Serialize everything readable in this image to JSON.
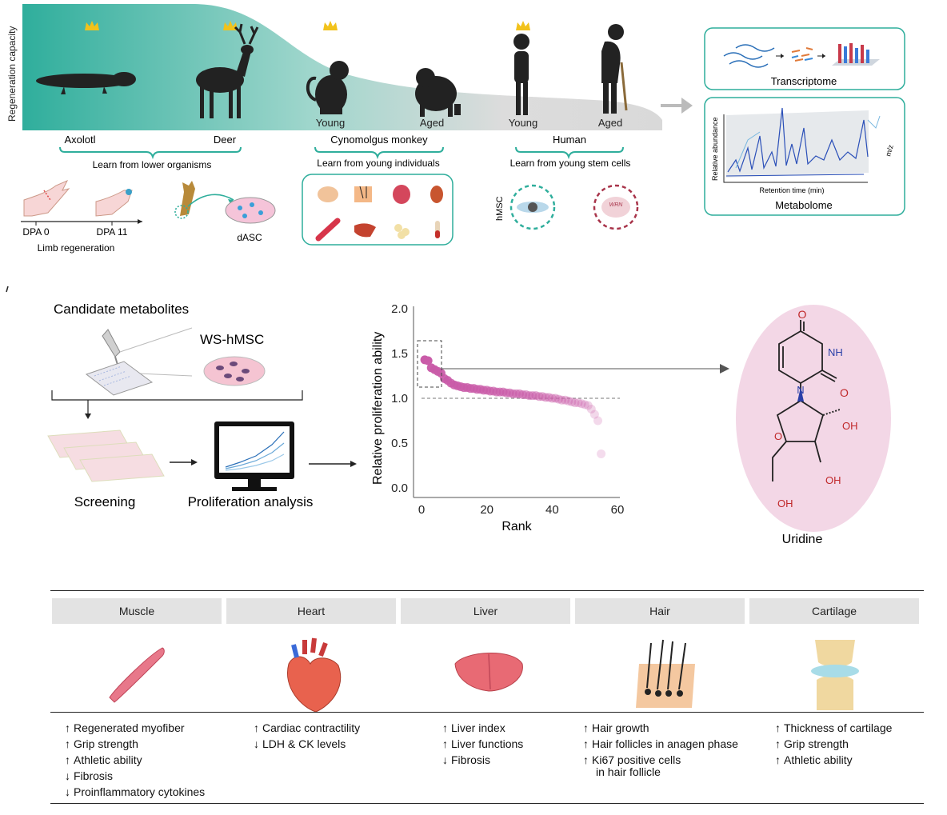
{
  "panel_a": {
    "y_axis_label": "Regeneration capacity",
    "stages": [
      {
        "label": "Young"
      },
      {
        "label": "Aged"
      },
      {
        "label": "Young"
      },
      {
        "label": "Aged"
      }
    ],
    "species": [
      "Axolotl",
      "Deer",
      "Cynomolgus monkey",
      "Human"
    ],
    "groups": [
      "Learn from lower organisms",
      "Learn from young individuals",
      "Learn from young stem cells"
    ],
    "limb_labels": {
      "dpa0": "DPA 0",
      "dpa11": "DPA 11",
      "caption": "Limb regeneration",
      "dasc": "dASC"
    },
    "hmsc_label": "hMSC",
    "wrn_label": "WRN",
    "omics": {
      "transcriptome": "Transcriptome",
      "metabolome": "Metabolome",
      "metab_ylabel": "Relative abundance",
      "metab_xlabel": "Retention time (min)",
      "metab_zlabel": "m/z"
    },
    "colors": {
      "teal": "#2fae9c",
      "gray": "#d9d9d9",
      "crown": "#f2c21b"
    }
  },
  "panel_b": {
    "candidate_label": "Candidate metabolites",
    "cell_label": "WS-hMSC",
    "screening_label": "Screening",
    "proliferation_label": "Proliferation analysis",
    "uridine_label": "Uridine",
    "atom_labels": {
      "o_top": "O",
      "nh": "NH",
      "o_right": "O",
      "n1": "N",
      "o_ring": "O",
      "oh1": "OH",
      "oh2": "OH",
      "oh3": "OH"
    }
  },
  "chart_data": {
    "type": "scatter",
    "title": "",
    "xlabel": "Rank",
    "ylabel": "Relative proliferation ability",
    "xlim": [
      0,
      60
    ],
    "ylim": [
      0,
      2.0
    ],
    "xticks": [
      0,
      20,
      40,
      60
    ],
    "yticks": [
      "0.0",
      "0.5",
      "1.0",
      "1.5",
      "2.0"
    ],
    "reference_line": 1.0,
    "x": [
      1,
      2,
      3,
      4,
      5,
      6,
      7,
      8,
      9,
      10,
      11,
      12,
      13,
      14,
      15,
      16,
      17,
      18,
      19,
      20,
      21,
      22,
      23,
      24,
      25,
      26,
      27,
      28,
      29,
      30,
      31,
      32,
      33,
      34,
      35,
      36,
      37,
      38,
      39,
      40,
      41,
      42,
      43,
      44,
      45,
      46,
      47,
      48,
      49,
      50,
      51,
      52,
      53,
      54,
      55
    ],
    "y": [
      1.43,
      1.42,
      1.34,
      1.32,
      1.3,
      1.28,
      1.22,
      1.2,
      1.17,
      1.15,
      1.14,
      1.13,
      1.12,
      1.12,
      1.11,
      1.11,
      1.1,
      1.1,
      1.09,
      1.09,
      1.08,
      1.08,
      1.07,
      1.07,
      1.07,
      1.06,
      1.06,
      1.05,
      1.05,
      1.05,
      1.04,
      1.04,
      1.03,
      1.03,
      1.03,
      1.02,
      1.02,
      1.01,
      1.01,
      1.0,
      1.0,
      0.99,
      0.98,
      0.98,
      0.97,
      0.96,
      0.95,
      0.95,
      0.94,
      0.93,
      0.92,
      0.88,
      0.82,
      0.75,
      0.38
    ],
    "highlight_color": "#c95ba8"
  },
  "panel_c": {
    "columns": [
      {
        "header": "Muscle",
        "items": [
          {
            "dir": "up",
            "text": "Regenerated myofiber"
          },
          {
            "dir": "up",
            "text": "Grip strength"
          },
          {
            "dir": "up",
            "text": "Athletic ability"
          },
          {
            "dir": "down",
            "text": "Fibrosis"
          },
          {
            "dir": "down",
            "text": "Proinflammatory cytokines"
          }
        ]
      },
      {
        "header": "Heart",
        "items": [
          {
            "dir": "up",
            "text": "Cardiac contractility"
          },
          {
            "dir": "down",
            "text": "LDH & CK levels"
          }
        ]
      },
      {
        "header": "Liver",
        "items": [
          {
            "dir": "up",
            "text": "Liver index"
          },
          {
            "dir": "up",
            "text": "Liver functions"
          },
          {
            "dir": "down",
            "text": "Fibrosis"
          }
        ]
      },
      {
        "header": "Hair",
        "items": [
          {
            "dir": "up",
            "text": "Hair growth"
          },
          {
            "dir": "up",
            "text": "Hair follicles in anagen phase"
          },
          {
            "dir": "up",
            "text": "Ki67 positive cells"
          },
          {
            "dir": "none",
            "text": "in hair follicle"
          }
        ]
      },
      {
        "header": "Cartilage",
        "items": [
          {
            "dir": "up",
            "text": "Thickness of cartilage"
          },
          {
            "dir": "up",
            "text": "Grip strength"
          },
          {
            "dir": "up",
            "text": "Athletic ability"
          }
        ]
      }
    ]
  }
}
